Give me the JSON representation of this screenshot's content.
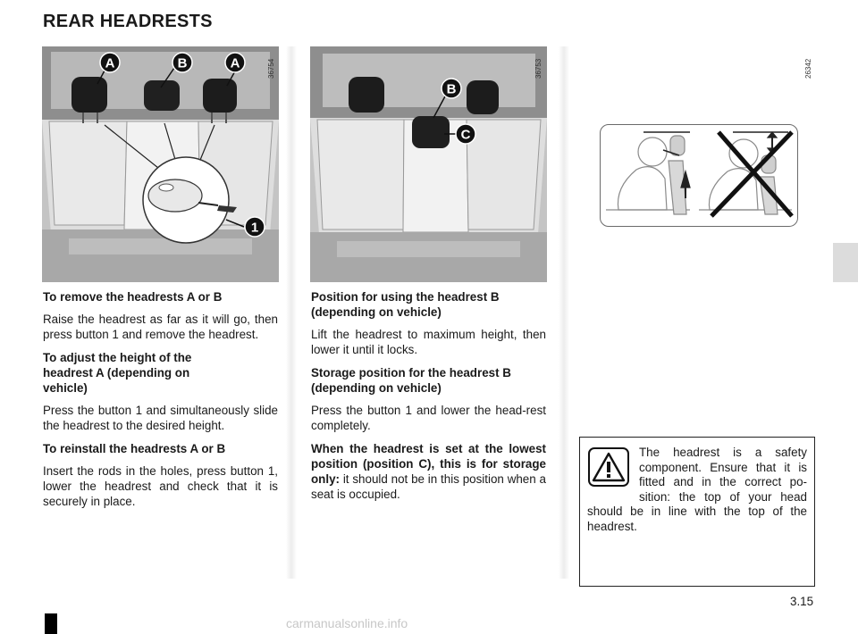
{
  "page": {
    "title": "REAR HEADRESTS",
    "page_number": "3.15",
    "watermark": "carmanualsonline.info"
  },
  "figures": {
    "left": {
      "code": "36754",
      "labels": {
        "a1": "A",
        "b": "B",
        "a2": "A",
        "button": "1"
      }
    },
    "middle": {
      "code": "36753",
      "labels": {
        "b": "B",
        "c": "C"
      }
    },
    "right": {
      "code": "26342",
      "icons": [
        "seat-correct-icon",
        "seat-incorrect-icon"
      ]
    }
  },
  "left_column": {
    "remove_heading": "To remove the headrests A or B",
    "remove_text": "Raise the headrest as far as it will go, then press button 1 and remove the headrest.",
    "adjust_heading": "To adjust the height of the headrest A (depending on vehicle)",
    "adjust_text": "Press the button 1 and simultaneously slide the headrest to the desired height.",
    "reinstall_heading": "To reinstall the headrests A or B",
    "reinstall_text": "Insert the rods in the holes, press button 1, lower the headrest and check that it is securely in place."
  },
  "middle_column": {
    "use_heading": "Position for using the headrest B (depending on vehicle)",
    "use_text": "Lift the headrest to maximum height, then lower it until it locks.",
    "storage_heading": "Storage position for the headrest B (depending on vehicle)",
    "storage_text": "Press the button 1 and lower the head-rest completely.",
    "warning_bold": "When the headrest is set at the lowest position (position C), this is for storage only:",
    "warning_text": "it should not be in this position when a seat is occupied."
  },
  "warning_box": {
    "icon": "warning-triangle-icon",
    "text": "The headrest is a safety component. Ensure that it is fitted and in the correct po-sition: the top of your head should be in line with the top of the headrest."
  }
}
